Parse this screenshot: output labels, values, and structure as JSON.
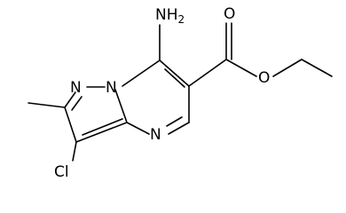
{
  "structure": {
    "atoms": {
      "amino": {
        "main": "NH",
        "sub": "2"
      },
      "n1": "N",
      "n2": "N",
      "n4": "N",
      "chloro": "Cl",
      "carbonyl_o": "O",
      "ester_o": "O"
    }
  },
  "colors": {
    "ink": "#000000",
    "background": "#ffffff"
  }
}
